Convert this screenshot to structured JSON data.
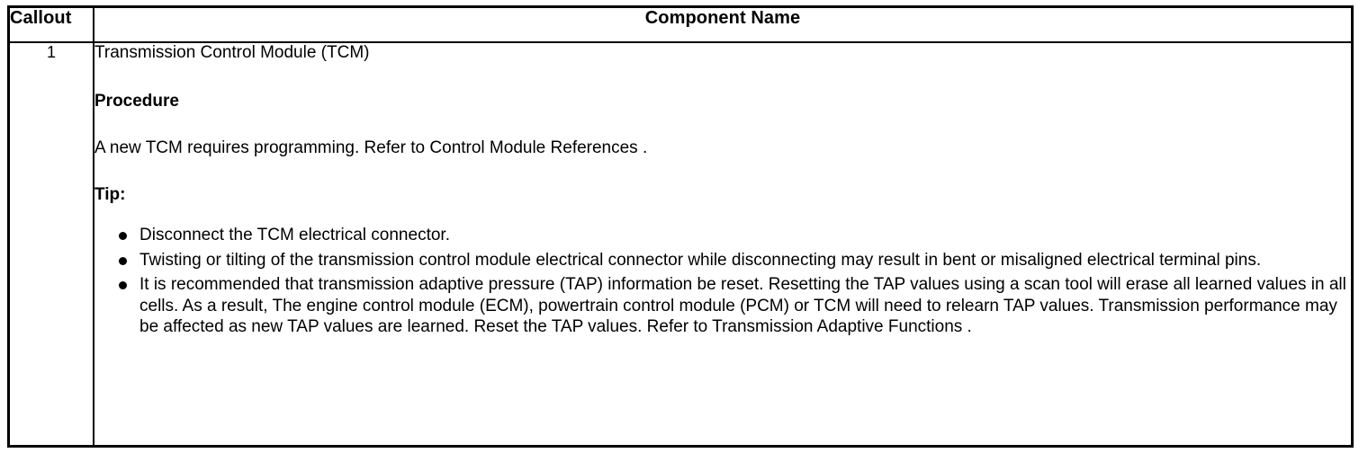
{
  "table": {
    "columns": [
      {
        "key": "callout",
        "header": "Callout",
        "align": "left"
      },
      {
        "key": "component",
        "header": "Component Name",
        "align": "center"
      }
    ],
    "rows": [
      {
        "callout": "1",
        "title": "Transmission Control Module (TCM)",
        "procedure_heading": "Procedure",
        "procedure_text": "A new TCM requires programming. Refer to Control Module References .",
        "tip_heading": "Tip:",
        "tip_bullets": [
          "Disconnect the TCM electrical connector.",
          "Twisting or tilting of the transmission control module electrical connector while disconnecting may result in bent or misaligned electrical terminal pins.",
          "It is recommended that transmission adaptive pressure (TAP) information be reset. Resetting the TAP values using a scan tool will erase all learned values in all cells. As a result, The engine control module (ECM), powertrain control module (PCM) or TCM will need to relearn TAP values. Transmission performance may be affected as new TAP values are learned. Reset the TAP values. Refer to Transmission Adaptive Functions ."
        ]
      }
    ]
  },
  "style": {
    "border_color": "#000000",
    "text_color": "#000000",
    "background": "#ffffff"
  }
}
